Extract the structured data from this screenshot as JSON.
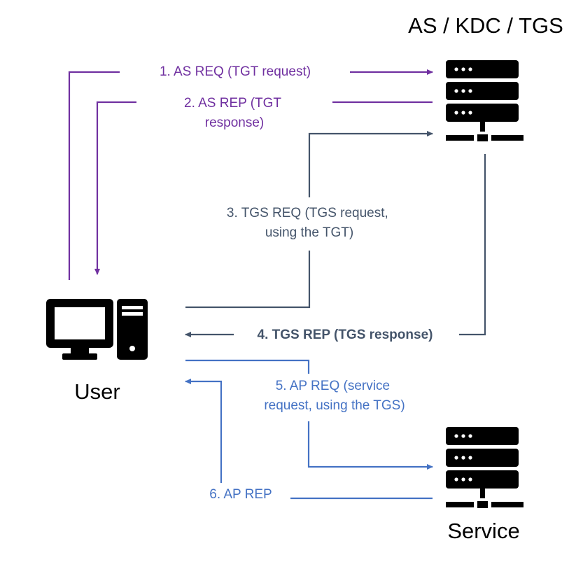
{
  "nodes": {
    "kdc_label": "AS / KDC / TGS",
    "user_label": "User",
    "service_label": "Service",
    "kdc_icon": "server-icon",
    "service_icon": "server-icon",
    "user_icon": "desktop-computer-icon"
  },
  "steps": [
    {
      "lines": [
        "1. AS REQ (TGT request)"
      ]
    },
    {
      "lines": [
        "2. AS REP (TGT",
        "response)"
      ]
    },
    {
      "lines": [
        "3. TGS REQ (TGS request,",
        "using the TGT)"
      ]
    },
    {
      "lines": [
        "4. TGS REP (TGS response)"
      ]
    },
    {
      "lines": [
        "5. AP REQ (service",
        "request, using the TGS)"
      ]
    },
    {
      "lines": [
        "6. AP REP"
      ]
    }
  ],
  "colors": {
    "as_exchange": "#7030a0",
    "tgs_exchange": "#44546a",
    "ap_exchange": "#4472c4",
    "icon": "#000000"
  }
}
